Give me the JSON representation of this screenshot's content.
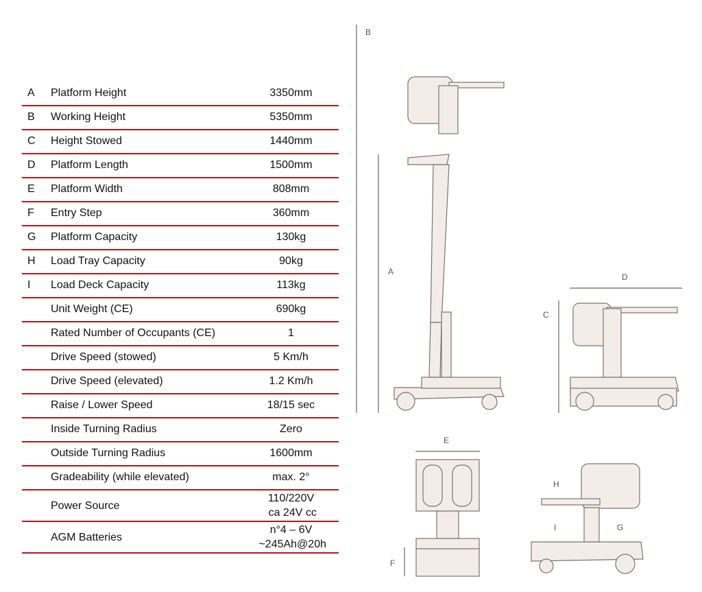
{
  "specs": [
    {
      "letter": "A",
      "label": "Platform Height",
      "value": "3350mm"
    },
    {
      "letter": "B",
      "label": "Working Height",
      "value": "5350mm"
    },
    {
      "letter": "C",
      "label": "Height Stowed",
      "value": "1440mm"
    },
    {
      "letter": "D",
      "label": "Platform Length",
      "value": "1500mm"
    },
    {
      "letter": "E",
      "label": "Platform Width",
      "value": "808mm"
    },
    {
      "letter": "F",
      "label": "Entry Step",
      "value": "360mm"
    },
    {
      "letter": "G",
      "label": "Platform Capacity",
      "value": "130kg"
    },
    {
      "letter": "H",
      "label": "Load Tray Capacity",
      "value": "90kg"
    },
    {
      "letter": "I",
      "label": "Load Deck Capacity",
      "value": "113kg"
    },
    {
      "letter": "",
      "label": "Unit Weight (CE)",
      "value": "690kg"
    },
    {
      "letter": "",
      "label": "Rated Number of Occupants (CE)",
      "value": "1"
    },
    {
      "letter": "",
      "label": "Drive Speed (stowed)",
      "value": "5 Km/h"
    },
    {
      "letter": "",
      "label": "Drive Speed (elevated)",
      "value": "1.2 Km/h"
    },
    {
      "letter": "",
      "label": "Raise / Lower Speed",
      "value": "18/15 sec"
    },
    {
      "letter": "",
      "label": "Inside Turning Radius",
      "value": "Zero"
    },
    {
      "letter": "",
      "label": "Outside Turning Radius",
      "value": "1600mm"
    },
    {
      "letter": "",
      "label": "Gradeability (while elevated)",
      "value": "max. 2°"
    },
    {
      "letter": "",
      "label": "Power Source",
      "value": "110/220V",
      "value2": " ca 24V cc"
    },
    {
      "letter": "",
      "label": "AGM Batteries",
      "value": "n°4 – 6V",
      "value2": " ~245Ah@20h"
    }
  ],
  "diagram_labels": {
    "A": "A",
    "B": "B",
    "C": "C",
    "D": "D",
    "E": "E",
    "F": "F",
    "G": "G",
    "H": "H",
    "I": "I"
  },
  "colors": {
    "rule": "#b5161c",
    "fill": "#f3ece9",
    "stroke": "#7a7471"
  }
}
